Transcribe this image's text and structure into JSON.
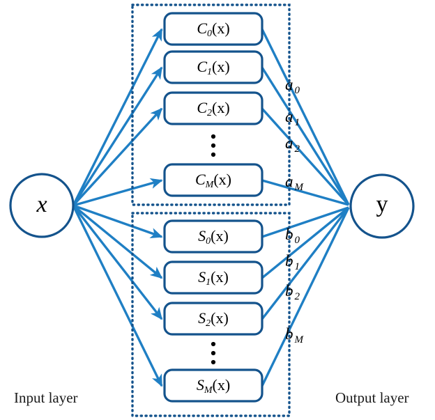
{
  "diagram": {
    "title": "Fourier series neural network architecture",
    "colors": {
      "link": "#1f7fc4",
      "node_stroke": "#14538c",
      "box_stroke": "#14538c",
      "container_stroke": "#14538c",
      "text": "#000000",
      "background": "#ffffff"
    }
  },
  "input_layer": {
    "caption": "Input layer",
    "node": {
      "name": "input-node",
      "label": "x"
    }
  },
  "output_layer": {
    "caption": "Output layer",
    "node": {
      "name": "output-node",
      "label": "y"
    }
  },
  "hidden_layer": {
    "cosine_group": {
      "name": "cosine-basis-group",
      "ellipsis": "⋮",
      "units": [
        {
          "base": "C",
          "sub": "0",
          "arg": "(x)",
          "full": "C₀(x)"
        },
        {
          "base": "C",
          "sub": "1",
          "arg": "(x)",
          "full": "C₁(x)"
        },
        {
          "base": "C",
          "sub": "2",
          "arg": "(x)",
          "full": "C₂(x)"
        },
        {
          "base": "C",
          "sub": "M",
          "arg": "(x)",
          "full": "Cₘ(x)"
        }
      ]
    },
    "sine_group": {
      "name": "sine-basis-group",
      "ellipsis": "⋮",
      "units": [
        {
          "base": "S",
          "sub": "0",
          "arg": "(x)",
          "full": "S₀(x)"
        },
        {
          "base": "S",
          "sub": "1",
          "arg": "(x)",
          "full": "S₁(x)"
        },
        {
          "base": "S",
          "sub": "2",
          "arg": "(x)",
          "full": "S₂(x)"
        },
        {
          "base": "S",
          "sub": "M",
          "arg": "(x)",
          "full": "Sₘ(x)"
        }
      ]
    }
  },
  "weights": {
    "cosine": [
      {
        "base": "a",
        "sub": "0",
        "full": "a₀"
      },
      {
        "base": "a",
        "sub": "1",
        "full": "a₁"
      },
      {
        "base": "a",
        "sub": "2",
        "full": "a₂"
      },
      {
        "base": "a",
        "sub": "M",
        "full": "aₘ"
      }
    ],
    "sine": [
      {
        "base": "b",
        "sub": "0",
        "full": "b₀"
      },
      {
        "base": "b",
        "sub": "1",
        "full": "b₁"
      },
      {
        "base": "b",
        "sub": "2",
        "full": "b₂"
      },
      {
        "base": "b",
        "sub": "M",
        "full": "bₘ"
      }
    ]
  }
}
